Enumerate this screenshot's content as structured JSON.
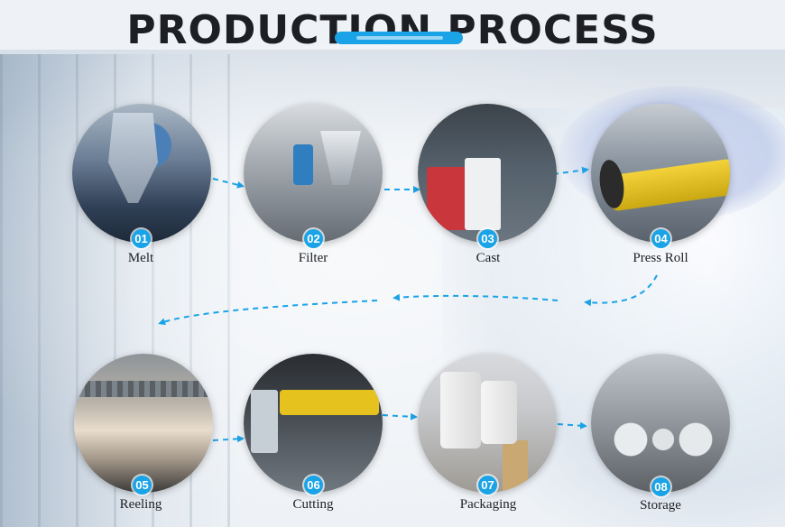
{
  "title": "PRODUCTION PROCESS",
  "accent_color": "#1aa3e6",
  "steps": [
    {
      "num": "01",
      "label": "Melt"
    },
    {
      "num": "02",
      "label": "Filter"
    },
    {
      "num": "03",
      "label": "Cast"
    },
    {
      "num": "04",
      "label": "Press Roll"
    },
    {
      "num": "05",
      "label": "Reeling"
    },
    {
      "num": "06",
      "label": "Cutting"
    },
    {
      "num": "07",
      "label": "Packaging"
    },
    {
      "num": "08",
      "label": "Storage"
    }
  ]
}
